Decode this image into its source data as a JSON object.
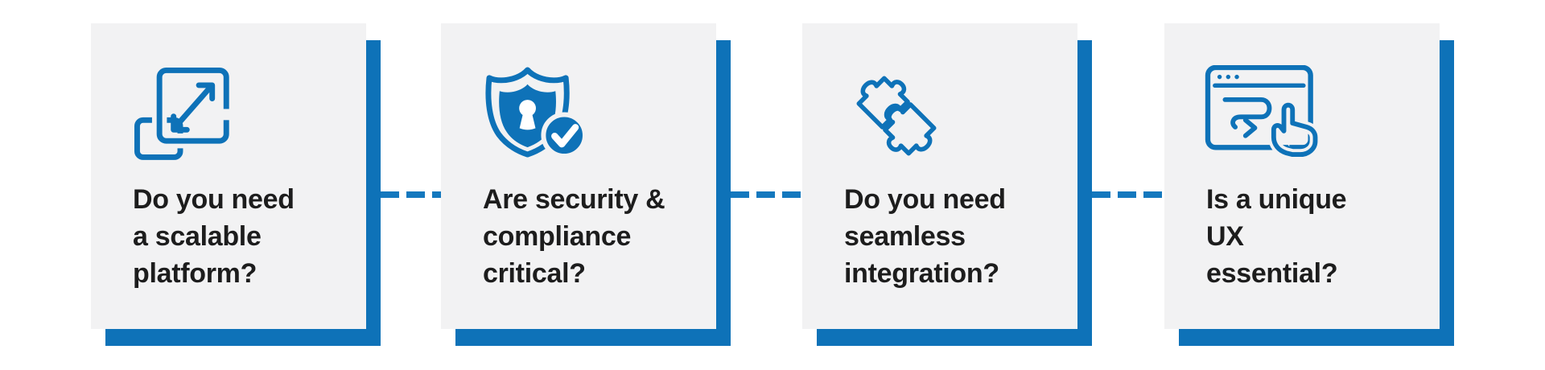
{
  "page": {
    "background": "#ffffff",
    "accent": "#0e72b8",
    "dash_color": "#1478be",
    "card_background": "#f2f2f3",
    "text_color": "#1d1d1d"
  },
  "cards": [
    {
      "icon": "scale-icon",
      "question": "Do you need a scalable platform?",
      "lines": [
        "Do you need",
        "a scalable",
        "platform?"
      ]
    },
    {
      "icon": "shield-check-icon",
      "question": "Are security & compliance critical?",
      "lines": [
        "Are security &",
        "compliance",
        "critical?"
      ]
    },
    {
      "icon": "puzzle-icon",
      "question": "Do you need seamless integration?",
      "lines": [
        "Do you need",
        "seamless",
        "integration?"
      ]
    },
    {
      "icon": "ux-pointer-icon",
      "question": "Is a unique UX essential?",
      "lines": [
        "Is a unique",
        "UX",
        "essential?"
      ]
    }
  ],
  "connectors": {
    "style": "dashed",
    "count": 3
  }
}
